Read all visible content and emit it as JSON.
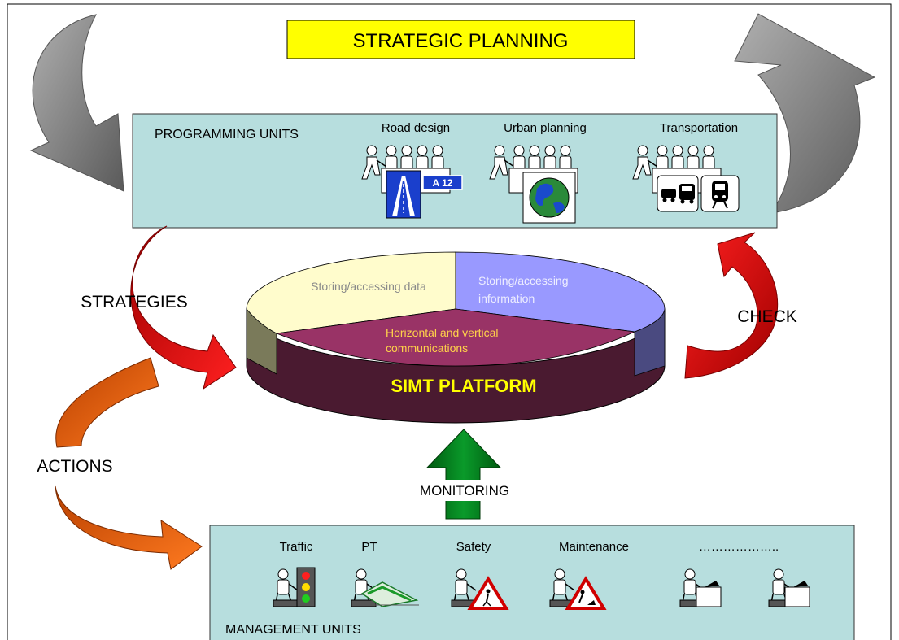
{
  "title": "STRATEGIC PLANNING",
  "programming": {
    "heading": "PROGRAMMING UNITS",
    "units": [
      {
        "label": "Road design",
        "sign": "A 12"
      },
      {
        "label": "Urban planning"
      },
      {
        "label": "Transportation"
      }
    ]
  },
  "platform": {
    "name": "SIMT PLATFORM",
    "segment_data": "Storing/accessing data",
    "segment_info_1": "Storing/accessing",
    "segment_info_2": "information",
    "segment_comm_1": "Horizontal and vertical",
    "segment_comm_2": "communications"
  },
  "flows": {
    "strategies": "STRATEGIES",
    "check": "CHECK",
    "actions": "ACTIONS",
    "monitoring": "MONITORING"
  },
  "management": {
    "heading": "MANAGEMENT UNITS",
    "units": [
      {
        "label": "Traffic"
      },
      {
        "label": "PT"
      },
      {
        "label": "Safety"
      },
      {
        "label": "Maintenance"
      },
      {
        "label": "……………….."
      }
    ]
  },
  "colors": {
    "panel": "#b7dede",
    "title_bg": "#ffff00",
    "platform_top_yellow": "#fffccc",
    "platform_top_blue": "#9999ff",
    "platform_top_purple": "#993366",
    "platform_side": "#4a1a30",
    "platform_label": "#ffff00",
    "arrow_gray": "#808080",
    "arrow_red": "#e00000",
    "arrow_orange": "#f06010",
    "arrow_green": "#007a1a"
  }
}
